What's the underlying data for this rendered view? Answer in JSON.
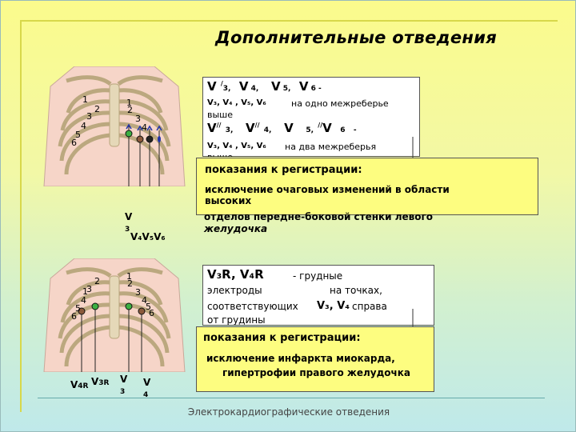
{
  "title": "Дополнительные отведения",
  "footer": "Электрокардиографические отведения",
  "top": {
    "line1_leads": [
      "V",
      "3",
      "V",
      "4",
      "V",
      "5",
      "V",
      "6"
    ],
    "line1_sep": "-",
    "line2_leads": "V₃, V₄ , V₅, V₆",
    "line2_note": "на одно межреберье",
    "line3_note": "выше",
    "line4_sep": "-",
    "line5_leads": "V₃, V₄ , V₅, V₆",
    "line5_note": "на два межреберья",
    "line6_note": "выше",
    "ind_title": "показания к регистрации:",
    "ind_line1": "исключение очаговых изменений в области",
    "ind_line2": "высоких",
    "ind_line3": "отделов передне-боковой стенки левого",
    "ind_line4": "желудочка",
    "chest_labels": {
      "v3": "V",
      "v3_sub": "3",
      "v456": "V₄V₅V₆"
    }
  },
  "bottom": {
    "lead_title": "V₃R, V₄R",
    "line1_tail": "- грудные",
    "line2a": "электроды",
    "line2b": "на точках,",
    "line3a": "соответствующих",
    "line3_leads": "V₃, V₄",
    "line3b": "справа",
    "line4": "от грудины",
    "ind_title": "показания к регистрации:",
    "ind_line1": "исключение инфаркта миокарда,",
    "ind_line2": "гипертрофии правого желудочка",
    "chest_labels": {
      "v4r": "V",
      "v4r_sub": "4R",
      "v3r": "V",
      "v3r_sub": "3R",
      "v3": "V",
      "v3_sub": "3",
      "v4": "V",
      "v4_sub": "4"
    }
  },
  "rib_numbers": [
    "1",
    "2",
    "3",
    "4",
    "5",
    "6"
  ],
  "colors": {
    "electrode_green": "#3cb043",
    "electrode_brown": "#8b5a3c",
    "electrode_dark": "#222222",
    "arrow_blue": "#2233aa",
    "skin": "#f6d5c8",
    "bone": "#d6c7a8"
  }
}
